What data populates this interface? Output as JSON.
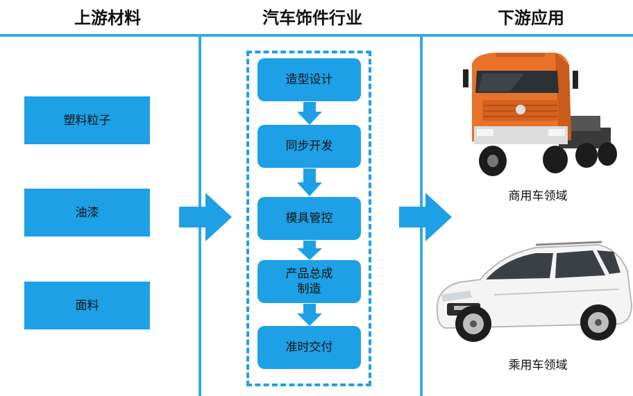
{
  "headers": {
    "upstream": "上游材料",
    "industry": "汽车饰件行业",
    "downstream": "下游应用"
  },
  "upstream_items": [
    "塑料粒子",
    "油漆",
    "面料"
  ],
  "process_steps": [
    "造型设计",
    "同步开发",
    "模具管控",
    "产品总成\n制造",
    "准时交付"
  ],
  "downstream_items": {
    "commercial": {
      "label": "商用车领域",
      "icon": "truck-image"
    },
    "passenger": {
      "label": "乘用车领域",
      "icon": "suv-image"
    }
  },
  "colors": {
    "accent": "#1ea0e6",
    "line": "#36a9e1",
    "truck": "#e8722a",
    "car": "#f2f2f2"
  }
}
